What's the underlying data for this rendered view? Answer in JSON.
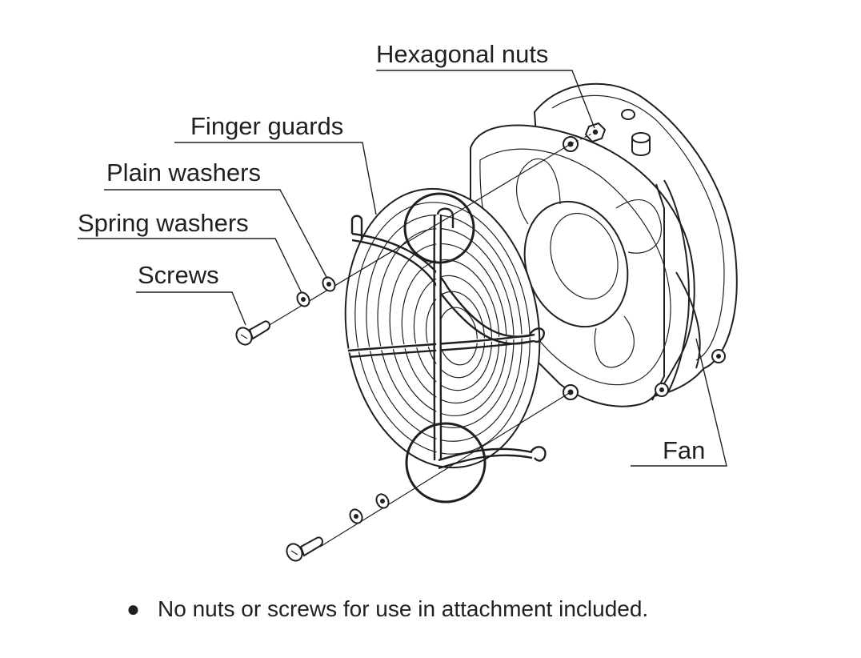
{
  "labels": {
    "hexagonal_nuts": "Hexagonal nuts",
    "finger_guards": "Finger guards",
    "plain_washers": "Plain washers",
    "spring_washers": "Spring washers",
    "screws": "Screws",
    "fan": "Fan"
  },
  "note": {
    "bullet": "●",
    "text": "No nuts or screws for use in attachment included."
  }
}
